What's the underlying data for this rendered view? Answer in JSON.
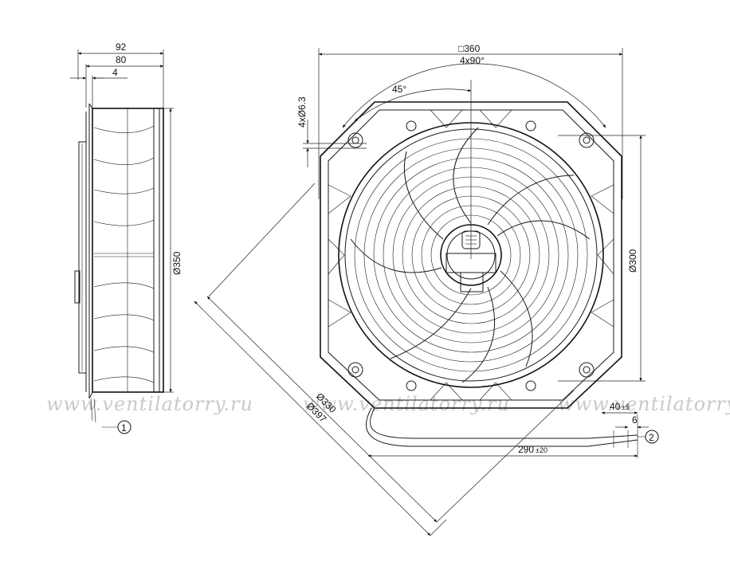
{
  "watermark": "www.ventilatorry.ru",
  "side_view": {
    "dim_width": "92",
    "dim_depth": "80",
    "dim_flange": "4",
    "dim_diameter": "Ø350",
    "callout": "1"
  },
  "front_view": {
    "dim_square": "□360",
    "dim_holes_angle": "4x90°",
    "dim_angle": "45°",
    "dim_holes": "4xØ6.3",
    "dim_hole_circle": "Ø300",
    "dim_circle_330": "Ø330",
    "dim_circle_397": "Ø397",
    "dim_cable_strip": "40",
    "dim_cable_strip_tol": "±5",
    "dim_wire_end": "6",
    "dim_cable_length": "290",
    "dim_cable_length_tol": "±20",
    "callout": "2"
  }
}
